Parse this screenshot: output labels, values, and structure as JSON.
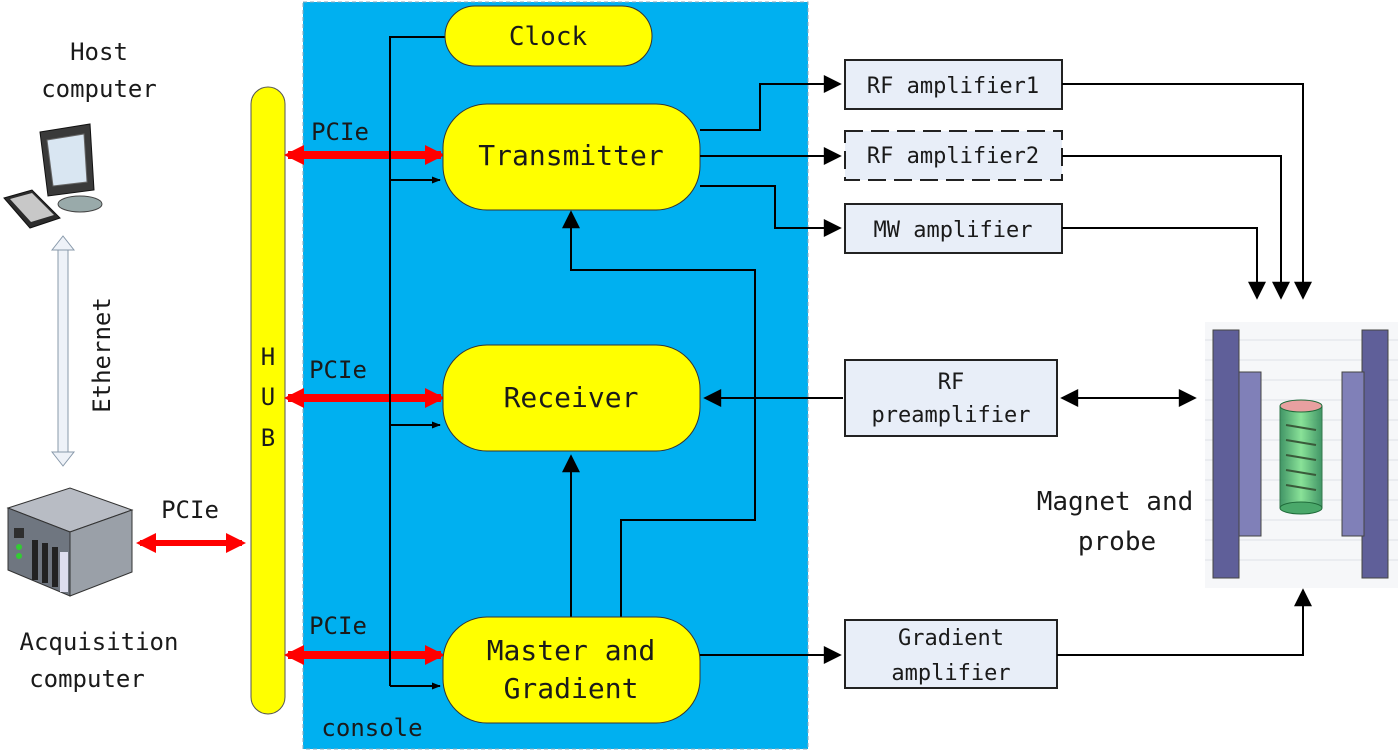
{
  "host": {
    "line1": "Host",
    "line2": "computer"
  },
  "acquisition": {
    "line1": "Acquisition",
    "line2": "computer"
  },
  "ethernet_label": "Ethernet",
  "hub": {
    "letters": [
      "H",
      "U",
      "B"
    ]
  },
  "pcie_labels": [
    "PCIe",
    "PCIe",
    "PCIe",
    "PCIe"
  ],
  "console": {
    "label": "console",
    "clock": "Clock",
    "transmitter": "Transmitter",
    "receiver": "Receiver",
    "master": {
      "line1": "Master and",
      "line2": "Gradient"
    }
  },
  "amplifiers": {
    "rf1": "RF amplifier1",
    "rf2": "RF amplifier2",
    "mw": "MW amplifier",
    "preamp": {
      "line1": "RF",
      "line2": "preamplifier"
    },
    "gradient": {
      "line1": "Gradient",
      "line2": "amplifier"
    }
  },
  "magnet": {
    "line1": "Magnet and",
    "line2": "probe"
  },
  "colors": {
    "console_bg": "#00b0f0",
    "block_fill": "#ffff00",
    "amp_fill": "#e8eef8",
    "pcie_arrow": "#ff0000",
    "wire": "#000000"
  }
}
